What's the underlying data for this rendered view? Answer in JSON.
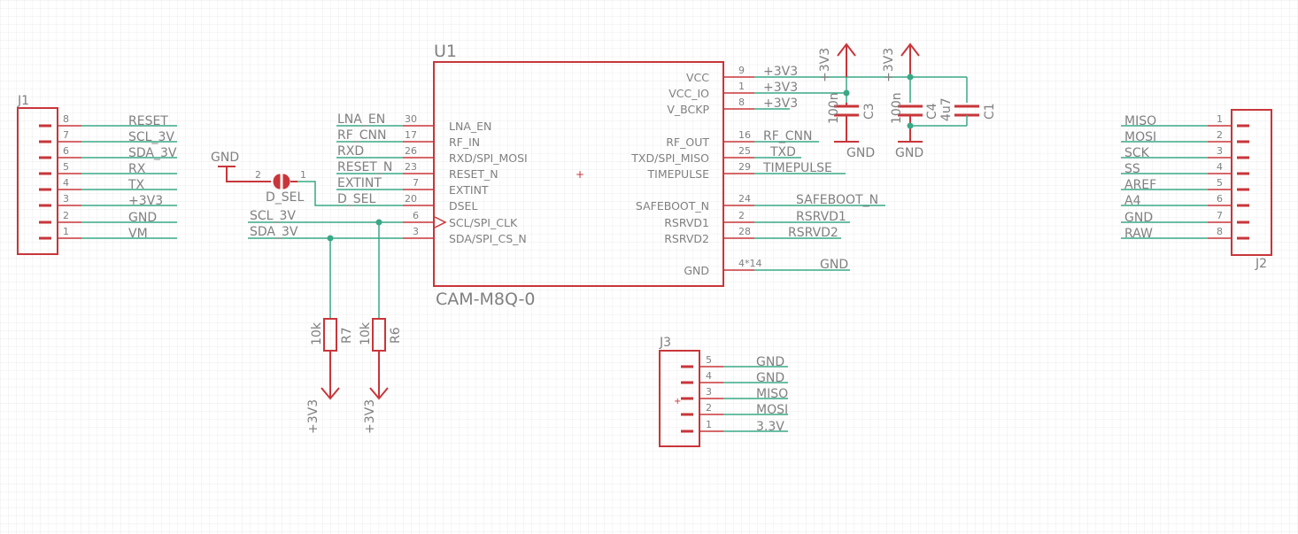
{
  "colors": {
    "background": "#ffffff",
    "grid": "#e6e6e6",
    "component": "#c8363a",
    "net": "#3aa886",
    "text": "#808080"
  },
  "u1": {
    "name": "U1",
    "value": "CAM-M8Q-0",
    "left_pins": [
      {
        "label": "LNA_EN",
        "num": "30",
        "net": "LNA_EN"
      },
      {
        "label": "RF_IN",
        "num": "17",
        "net": "RF_CNN"
      },
      {
        "label": "RXD/SPI_MOSI",
        "num": "26",
        "net": "RXD"
      },
      {
        "label": "RESET_N",
        "num": "23",
        "net": "RESET_N"
      },
      {
        "label": "EXTINT",
        "num": "7",
        "net": "EXTINT"
      },
      {
        "label": "DSEL",
        "num": "20",
        "net": "D_SEL"
      },
      {
        "label": "SCL/SPI_CLK",
        "num": "6",
        "net": "SCL_3V"
      },
      {
        "label": "SDA/SPI_CS_N",
        "num": "3",
        "net": "SDA_3V"
      }
    ],
    "right_pins": [
      {
        "label": "VCC",
        "num": "9",
        "net": "+3V3"
      },
      {
        "label": "VCC_IO",
        "num": "1",
        "net": "+3V3"
      },
      {
        "label": "V_BCKP",
        "num": "8",
        "net": "+3V3"
      },
      {
        "label": "RF_OUT",
        "num": "16",
        "net": "RF_CNN"
      },
      {
        "label": "TXD/SPI_MISO",
        "num": "25",
        "net": "TXD"
      },
      {
        "label": "TIMEPULSE",
        "num": "29",
        "net": "TIMEPULSE"
      },
      {
        "label": "SAFEBOOT_N",
        "num": "24",
        "net": "SAFEBOOT_N"
      },
      {
        "label": "RSRVD1",
        "num": "2",
        "net": "RSRVD1"
      },
      {
        "label": "RSRVD2",
        "num": "28",
        "net": "RSRVD2"
      },
      {
        "label": "GND",
        "num": "4*14",
        "net": "GND"
      }
    ]
  },
  "j1": {
    "name": "J1",
    "pins": [
      {
        "num": "8",
        "net": "RESET"
      },
      {
        "num": "7",
        "net": "SCL_3V"
      },
      {
        "num": "6",
        "net": "SDA_3V"
      },
      {
        "num": "5",
        "net": "RX"
      },
      {
        "num": "4",
        "net": "TX"
      },
      {
        "num": "3",
        "net": "+3V3"
      },
      {
        "num": "2",
        "net": "GND"
      },
      {
        "num": "1",
        "net": "VM"
      }
    ]
  },
  "j2": {
    "name": "J2",
    "pins": [
      {
        "num": "1",
        "net": "MISO"
      },
      {
        "num": "2",
        "net": "MOSI"
      },
      {
        "num": "3",
        "net": "SCK"
      },
      {
        "num": "4",
        "net": "SS"
      },
      {
        "num": "5",
        "net": "AREF"
      },
      {
        "num": "6",
        "net": "A4"
      },
      {
        "num": "7",
        "net": "GND"
      },
      {
        "num": "8",
        "net": "RAW"
      }
    ]
  },
  "j3": {
    "name": "J3",
    "pins": [
      {
        "num": "5",
        "net": "GND"
      },
      {
        "num": "4",
        "net": "GND"
      },
      {
        "num": "3",
        "net": "MISO"
      },
      {
        "num": "2",
        "net": "MOSI"
      },
      {
        "num": "1",
        "net": "3.3V"
      }
    ]
  },
  "jumper": {
    "name": "D_SEL",
    "pin_a": "2",
    "pin_b": "1",
    "gnd": "GND"
  },
  "resistors": {
    "r7": {
      "name": "R7",
      "value": "10k",
      "supply": "+3V3"
    },
    "r6": {
      "name": "R6",
      "value": "10k",
      "supply": "+3V3"
    }
  },
  "capacitors": {
    "c3": {
      "name": "C3",
      "value": "100n"
    },
    "c4": {
      "name": "C4",
      "value": "100n"
    },
    "c1": {
      "name": "C1",
      "value": "4u7"
    }
  },
  "power": {
    "supply1": "+3V3",
    "supply2": "+3V3",
    "gnd1": "GND",
    "gnd2": "GND"
  },
  "net_labels": {
    "scl": "SCL_3V",
    "sda": "SDA_3V"
  }
}
